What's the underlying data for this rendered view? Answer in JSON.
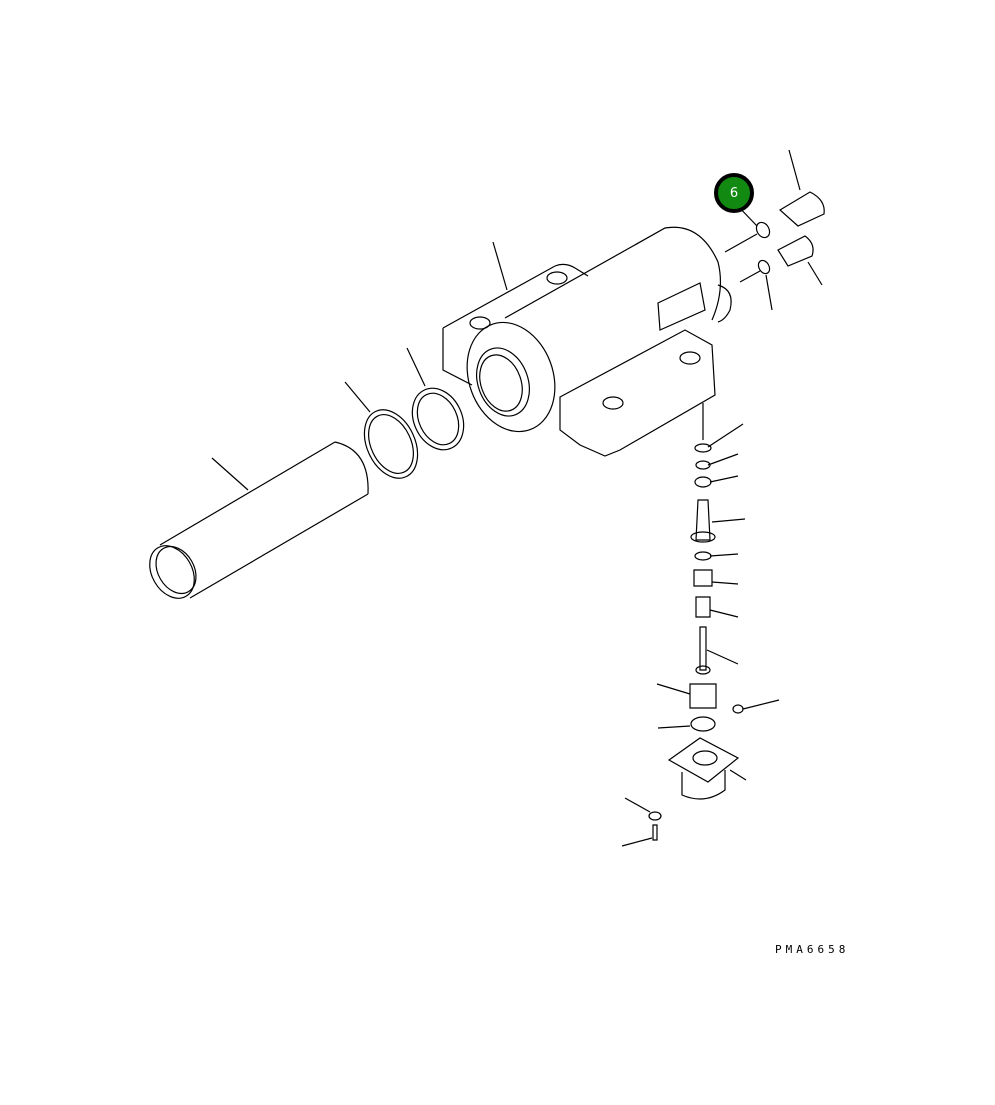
{
  "diagram": {
    "drawing_code": "PMA6658",
    "callouts": [
      {
        "number": "6",
        "color": "#128a12",
        "target": "o-ring (upper fitting)"
      }
    ],
    "line_color": "#000000",
    "background": "#ffffff"
  }
}
